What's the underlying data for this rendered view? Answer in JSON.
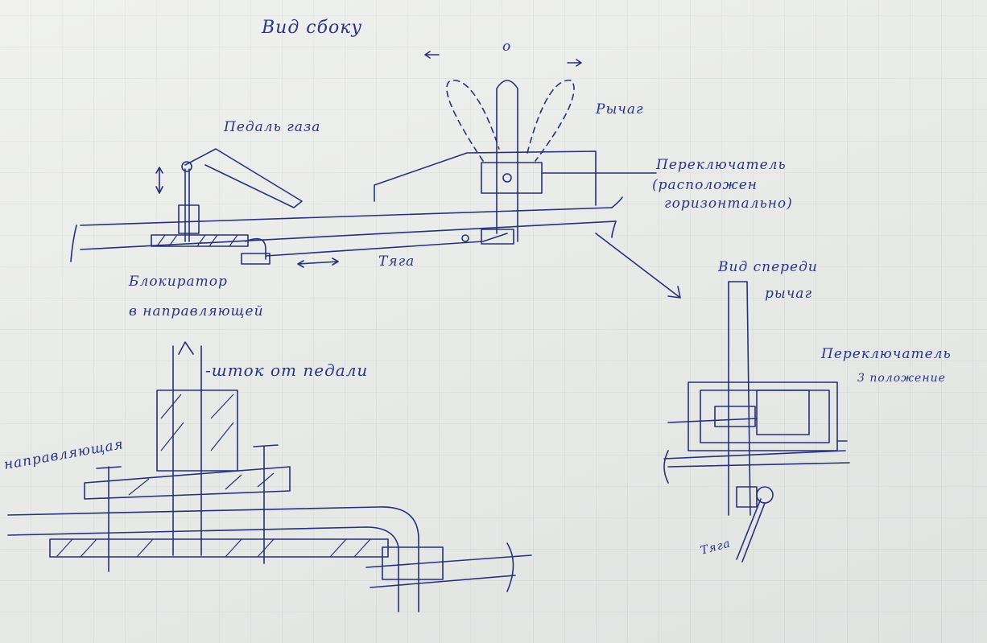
{
  "labels": {
    "side_view": "Вид сбоку",
    "neutral_mark": "о",
    "lever": "Рычаг",
    "gas_pedal": "Педаль газа",
    "switch_note_1": "Переключатель",
    "switch_note_2": "(расположен",
    "switch_note_3": "горизонтально)",
    "rod": "Тяга",
    "blocker_1": "Блокиратор",
    "blocker_2": "в направляющей",
    "pedal_rod": "-шток от педали",
    "guide": "направляющая",
    "front_view": "Вид спереди",
    "front_lever": "рычаг",
    "front_switch_1": "Переключатель",
    "front_switch_2": "3 положение",
    "front_rod": "Тяга"
  },
  "colors": {
    "ink": "#27307a",
    "paper": "#e8eae7"
  }
}
